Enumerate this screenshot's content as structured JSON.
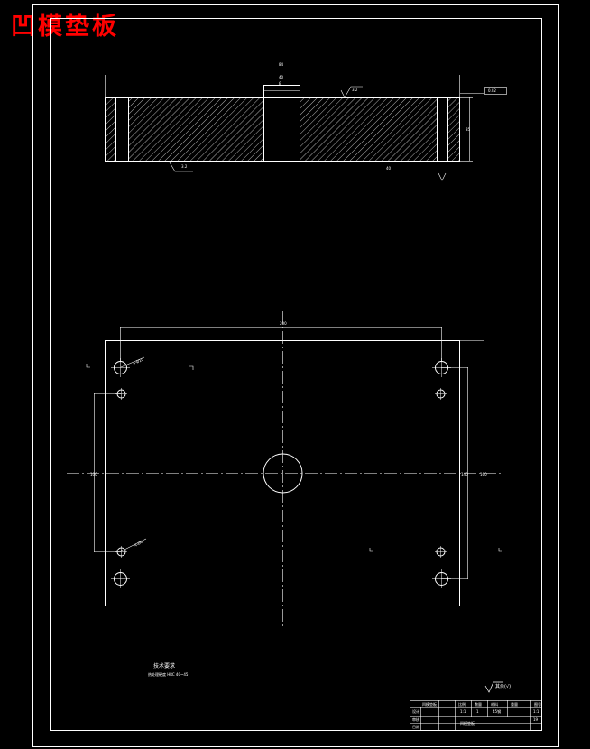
{
  "sheet": {
    "title": "凹模垫板",
    "title_color": "#ff0000",
    "background": "#000000",
    "line_color": "#ffffff"
  },
  "notes": {
    "heading": "技术要求",
    "line1": "热处理硬度 HRC 40~45",
    "surface_roughness": "其余(√)"
  },
  "title_block": {
    "drawing_title": "凹模垫板",
    "material": "45钢",
    "scale": "1:1",
    "quantity": "1",
    "labels": [
      "设计",
      "审核",
      "日期",
      "比例",
      "数量",
      "材料",
      "重量",
      "图号"
    ]
  }
}
